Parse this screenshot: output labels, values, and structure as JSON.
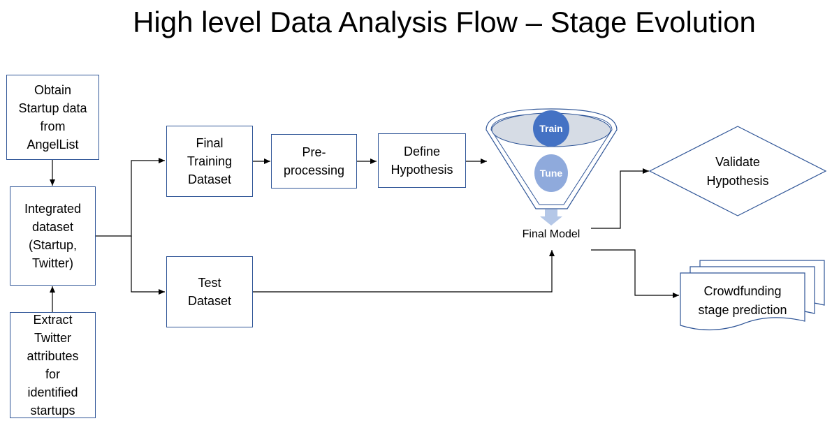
{
  "title": "High level Data Analysis Flow – Stage Evolution",
  "nodes": {
    "obtain": "Obtain\nStartup data\nfrom\nAngelList",
    "integrated": "Integrated\ndataset\n(Startup,\nTwitter)",
    "extract": "Extract\nTwitter\nattributes\nfor\nidentified\nstartups",
    "final_training": "Final\nTraining\nDataset",
    "test": "Test\nDataset",
    "preprocessing": "Pre-\nprocessing",
    "define": "Define\nHypothesis",
    "train": "Train",
    "tune": "Tune",
    "final_model": "Final Model",
    "validate": "Validate\nHypothesis",
    "crowdfunding": "Crowdfunding\nstage prediction"
  },
  "colors": {
    "border": "#2f5597",
    "train_circle": "#4472c4",
    "tune_circle": "#8faadc",
    "funnel_top": "#d6dce5",
    "arrow_down": "#b4c7e7"
  }
}
